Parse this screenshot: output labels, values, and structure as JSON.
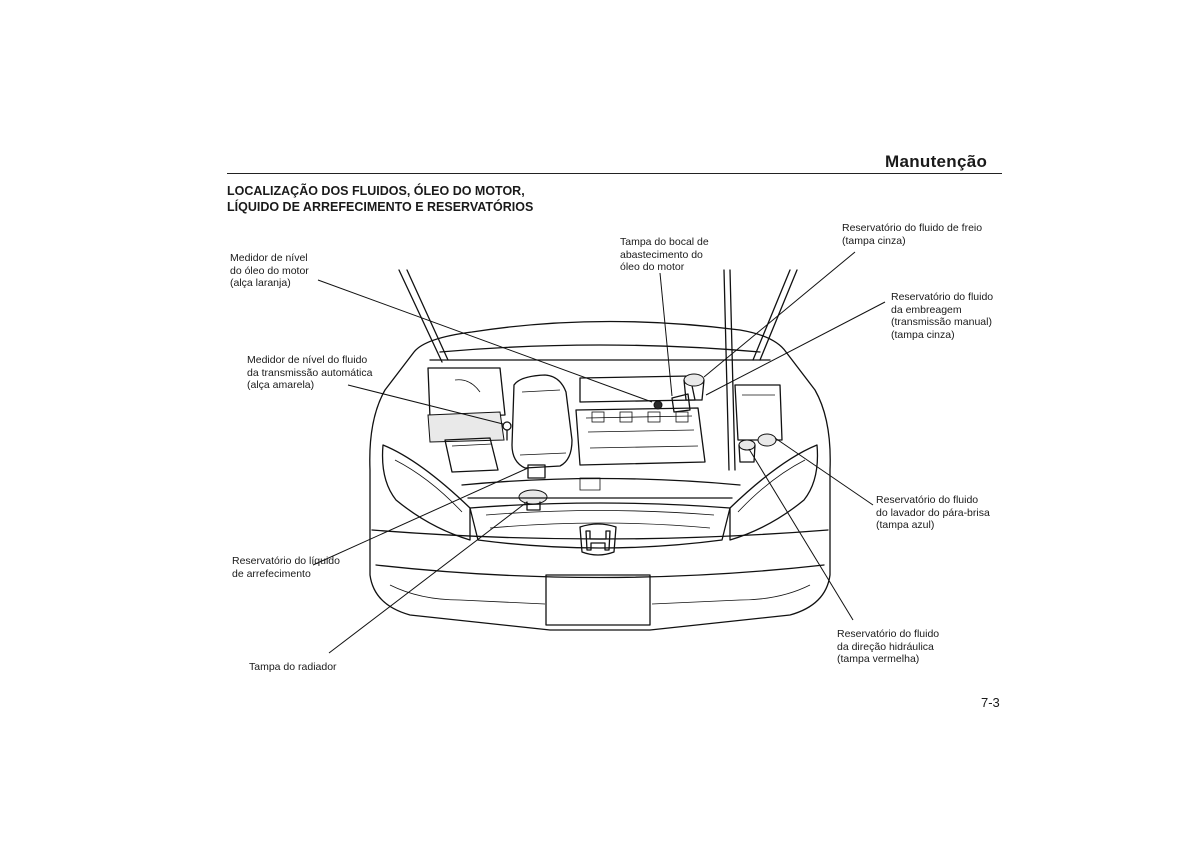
{
  "header": {
    "section_title": "Manutenção"
  },
  "heading": {
    "line1": "LOCALIZAÇÃO DOS FLUIDOS, ÓLEO DO MOTOR,",
    "line2": "LÍQUIDO DE ARREFECIMENTO E RESERVATÓRIOS"
  },
  "labels": {
    "oil_dipstick": [
      "Medidor de nível",
      "do óleo do motor",
      "(alça laranja)"
    ],
    "atf_dipstick": [
      "Medidor de nível do fluido",
      "da transmissão automática",
      "(alça amarela)"
    ],
    "coolant_reservoir": [
      "Reservatório do líquido",
      "de arrefecimento"
    ],
    "radiator_cap": [
      "Tampa do radiador"
    ],
    "oil_filler_cap": [
      "Tampa do bocal de",
      "abastecimento do",
      "óleo do motor"
    ],
    "brake_fluid": [
      "Reservatório do fluido de freio",
      "(tampa cinza)"
    ],
    "clutch_fluid": [
      "Reservatório do fluido",
      "da embreagem",
      "(transmissão manual)",
      "(tampa cinza)"
    ],
    "washer_fluid": [
      "Reservatório do fluido",
      "do lavador do pára-brisa",
      "(tampa azul)"
    ],
    "power_steering": [
      "Reservatório do fluido",
      "da direção hidráulica",
      "(tampa vermelha)"
    ]
  },
  "footer": {
    "page_number": "7-3"
  },
  "icons": {
    "brand_emblem": "honda-h-emblem-icon"
  }
}
